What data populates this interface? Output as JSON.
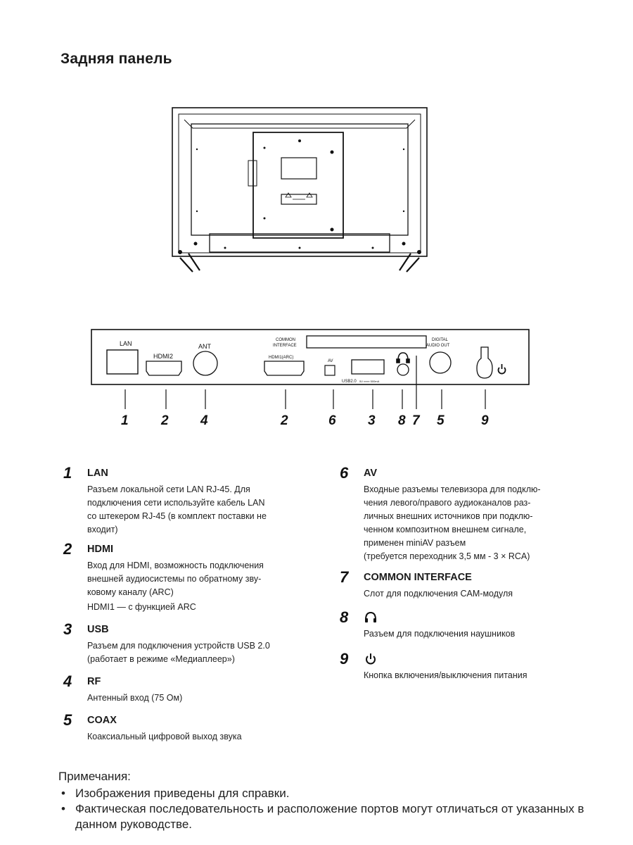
{
  "page": {
    "title": "Задняя панель"
  },
  "panel_labels": {
    "lan": "LAN",
    "hdmi2": "HDMI2",
    "ant": "ANT",
    "common_interface_line1": "COMMON",
    "common_interface_line2": "INTERFACE",
    "hdmi1": "HDMI1(ARC)",
    "av": "AV",
    "usb": "USB2.0",
    "usb_rating": "5V ═══ 500mA",
    "digital_audio_line1": "DIGITAL",
    "digital_audio_line2": "AUDIO OUT"
  },
  "callouts": [
    "1",
    "2",
    "4",
    "2",
    "6",
    "3",
    "8",
    "7",
    "5",
    "9"
  ],
  "items": {
    "i1": {
      "number": "1",
      "title": "LAN",
      "text": "Разъем локальной сети LAN RJ-45. Для\nподключения сети используйте кабель LAN\nсо штекером RJ-45 (в комплект поставки не\nвходит)"
    },
    "i2": {
      "number": "2",
      "title": "HDMI",
      "text": "Вход для HDMI, возможность подключения\nвнешней аудиосистемы по обратному зву-\nковому каналу (ARC)",
      "extra": "HDMI1 — с функцией ARC"
    },
    "i3": {
      "number": "3",
      "title": "USB",
      "text": "Разъем для подключения устройств USB 2.0\n(работает в режиме «Медиаплеер»)"
    },
    "i4": {
      "number": "4",
      "title": "RF",
      "text": "Антенный вход (75 Ом)"
    },
    "i5": {
      "number": "5",
      "title": "COAX",
      "text": "Коаксиальный цифровой выход звука"
    },
    "i6": {
      "number": "6",
      "title": "AV",
      "text": "Входные разъемы телевизора для подклю-\nчения левого/правого аудиоканалов раз-\nличных внешних источников при подклю-\nченном композитном внешнем сигнале,\nприменен miniAV разъем\n(требуется переходник 3,5 мм - 3 × RCA)"
    },
    "i7": {
      "number": "7",
      "title": "COMMON INTERFACE",
      "text": "Слот для подключения CAM-модуля"
    },
    "i8": {
      "number": "8",
      "icon": "headphones-icon",
      "text": "Разъем для подключения наушников"
    },
    "i9": {
      "number": "9",
      "icon": "power-icon",
      "text": "Кнопка включения/выключения питания"
    }
  },
  "notes": {
    "title": "Примечания:",
    "bullets": [
      "Изображения приведены для справки.",
      "Фактическая последовательность и расположение портов могут отличаться от указанных в данном руководстве."
    ]
  }
}
